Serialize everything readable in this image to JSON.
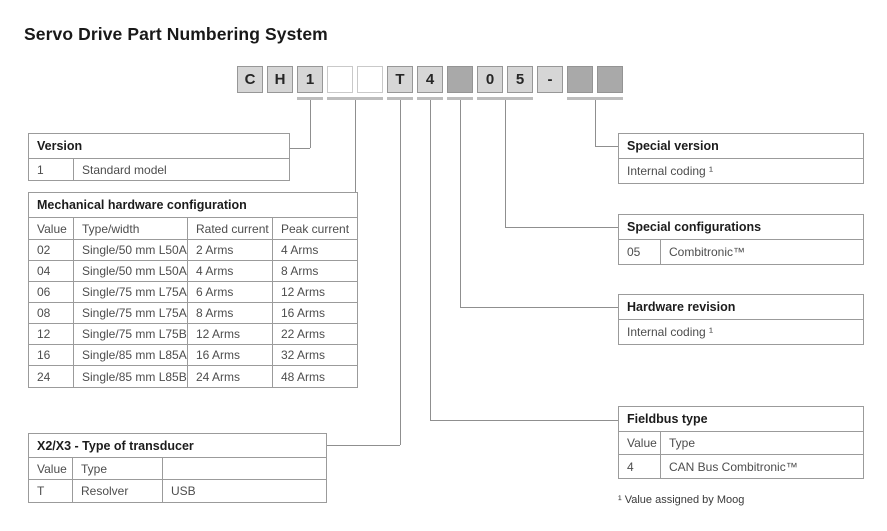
{
  "title": "Servo Drive Part Numbering System",
  "part_number": {
    "boxes": [
      {
        "char": "C",
        "style": "filled"
      },
      {
        "char": "H",
        "style": "filled"
      },
      {
        "char": "1",
        "style": "filled"
      },
      {
        "char": "",
        "style": "empty"
      },
      {
        "char": "",
        "style": "empty"
      },
      {
        "char": "T",
        "style": "filled"
      },
      {
        "char": "4",
        "style": "filled"
      },
      {
        "char": "",
        "style": "dark"
      },
      {
        "char": "0",
        "style": "filled"
      },
      {
        "char": "5",
        "style": "filled"
      },
      {
        "char": "-",
        "style": "filled"
      },
      {
        "char": "",
        "style": "dark"
      },
      {
        "char": "",
        "style": "dark"
      }
    ]
  },
  "tables": {
    "version": {
      "title": "Version",
      "rows": [
        [
          "1",
          "Standard model"
        ]
      ]
    },
    "mechanical": {
      "title": "Mechanical hardware configuration",
      "headers": [
        "Value",
        "Type/width",
        "Rated current",
        "Peak current"
      ],
      "rows": [
        [
          "02",
          "Single/50 mm L50A",
          "2 Arms",
          "4 Arms"
        ],
        [
          "04",
          "Single/50 mm L50A",
          "4 Arms",
          "8 Arms"
        ],
        [
          "06",
          "Single/75 mm L75A",
          "6 Arms",
          "12 Arms"
        ],
        [
          "08",
          "Single/75 mm L75A",
          "8 Arms",
          "16 Arms"
        ],
        [
          "12",
          "Single/75 mm L75B",
          "12 Arms",
          "22 Arms"
        ],
        [
          "16",
          "Single/85 mm L85A",
          "16 Arms",
          "32 Arms"
        ],
        [
          "24",
          "Single/85 mm L85B",
          "24 Arms",
          "48 Arms"
        ]
      ]
    },
    "transducer": {
      "title": "X2/X3 - Type of transducer",
      "headers": [
        "Value",
        "Type",
        ""
      ],
      "rows": [
        [
          "T",
          "Resolver",
          "USB"
        ]
      ]
    },
    "special_version": {
      "title": "Special version",
      "note": "Internal coding ¹"
    },
    "special_configurations": {
      "title": "Special configurations",
      "rows": [
        [
          "05",
          "Combitronic™"
        ]
      ]
    },
    "hardware_revision": {
      "title": "Hardware revision",
      "note": "Internal coding ¹"
    },
    "fieldbus": {
      "title": "Fieldbus type",
      "headers": [
        "Value",
        "Type"
      ],
      "rows": [
        [
          "4",
          "CAN Bus Combitronic™"
        ]
      ]
    }
  },
  "footnote": "¹ Value assigned by Moog",
  "colors": {
    "box_filled": "#d6d6d6",
    "box_empty": "#ffffff",
    "box_dark": "#a9a9a9",
    "table_border": "#9b9b9b",
    "connector_line": "#8f8f8f",
    "connector_bar": "#bdbdbd",
    "text": "#4d4d4d",
    "heading_text": "#1c1c1c"
  }
}
